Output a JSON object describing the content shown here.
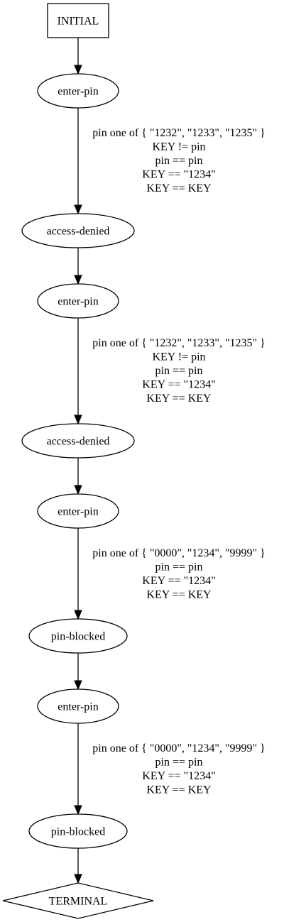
{
  "diagram": {
    "nodes": [
      {
        "id": "n0",
        "shape": "box",
        "label": "INITIAL"
      },
      {
        "id": "n1",
        "shape": "ellipse",
        "label": "enter-pin"
      },
      {
        "id": "n2",
        "shape": "ellipse",
        "label": "access-denied"
      },
      {
        "id": "n3",
        "shape": "ellipse",
        "label": "enter-pin"
      },
      {
        "id": "n4",
        "shape": "ellipse",
        "label": "access-denied"
      },
      {
        "id": "n5",
        "shape": "ellipse",
        "label": "enter-pin"
      },
      {
        "id": "n6",
        "shape": "ellipse",
        "label": "pin-blocked"
      },
      {
        "id": "n7",
        "shape": "ellipse",
        "label": "enter-pin"
      },
      {
        "id": "n8",
        "shape": "ellipse",
        "label": "pin-blocked"
      },
      {
        "id": "n9",
        "shape": "diamond",
        "label": "TERMINAL"
      }
    ],
    "edges": [
      {
        "from": "n0",
        "to": "n1",
        "label_lines": []
      },
      {
        "from": "n1",
        "to": "n2",
        "label_lines": [
          "pin one of { \"1232\", \"1233\", \"1235\" }",
          "KEY != pin",
          "pin == pin",
          "KEY == \"1234\"",
          "KEY == KEY"
        ]
      },
      {
        "from": "n2",
        "to": "n3",
        "label_lines": []
      },
      {
        "from": "n3",
        "to": "n4",
        "label_lines": [
          "pin one of { \"1232\", \"1233\", \"1235\" }",
          "KEY != pin",
          "pin == pin",
          "KEY == \"1234\"",
          "KEY == KEY"
        ]
      },
      {
        "from": "n4",
        "to": "n5",
        "label_lines": []
      },
      {
        "from": "n5",
        "to": "n6",
        "label_lines": [
          "pin one of { \"0000\", \"1234\", \"9999\" }",
          "pin == pin",
          "KEY == \"1234\"",
          "KEY == KEY"
        ]
      },
      {
        "from": "n6",
        "to": "n7",
        "label_lines": []
      },
      {
        "from": "n7",
        "to": "n8",
        "label_lines": [
          "pin one of { \"0000\", \"1234\", \"9999\" }",
          "pin == pin",
          "KEY == \"1234\"",
          "KEY == KEY"
        ]
      },
      {
        "from": "n8",
        "to": "n9",
        "label_lines": []
      }
    ]
  }
}
